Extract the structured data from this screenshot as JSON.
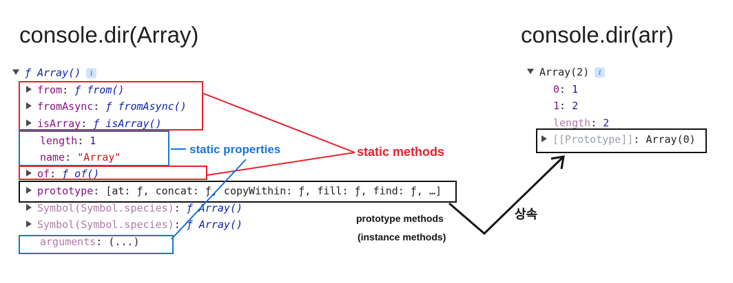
{
  "left_title": "console.dir(Array)",
  "right_title": "console.dir(arr)",
  "array_ctor": {
    "f_symbol": "ƒ",
    "name": "Array()",
    "info_icon": "i",
    "props": [
      {
        "key": "from",
        "sep": ":",
        "fn": "ƒ from()"
      },
      {
        "key": "fromAsync",
        "sep": ":",
        "fn": "ƒ fromAsync()"
      },
      {
        "key": "isArray",
        "sep": ":",
        "fn": "ƒ isArray()"
      },
      {
        "key": "length",
        "sep": ":",
        "value": "1"
      },
      {
        "key": "name",
        "sep": ":",
        "value": "\"Array\""
      },
      {
        "key": "of",
        "sep": ":",
        "fn": "ƒ of()"
      },
      {
        "key": "prototype",
        "sep": ":",
        "value": "[at: ƒ, concat: ƒ, copyWithin: ƒ, fill: ƒ, find: ƒ, …]"
      },
      {
        "key": "Symbol(Symbol.species)",
        "sep": ":",
        "fn": "ƒ Array()"
      },
      {
        "key": "Symbol(Symbol.species)",
        "sep": ":",
        "fn": "ƒ Array()"
      },
      {
        "key": "arguments",
        "sep": ":",
        "value": "(...)"
      }
    ]
  },
  "arr": {
    "header": "Array(2)",
    "info_icon": "i",
    "items": [
      {
        "key": "0",
        "sep": ":",
        "value": "1"
      },
      {
        "key": "1",
        "sep": ":",
        "value": "2"
      },
      {
        "key": "length",
        "sep": ":",
        "value": "2"
      }
    ],
    "prototype": {
      "key": "[[Prototype]]",
      "sep": ":",
      "value": "Array(0)"
    }
  },
  "annotations": {
    "static_properties": "static properties",
    "static_methods": "static methods",
    "prototype_methods": "prototype methods",
    "instance_methods": "(instance methods)",
    "inherit": "상속"
  },
  "colors": {
    "red": "#e8202a",
    "blue": "#1a73d9",
    "black": "#111111",
    "key": "#881280",
    "fn": "#0d22aa",
    "string": "#c41a16"
  }
}
